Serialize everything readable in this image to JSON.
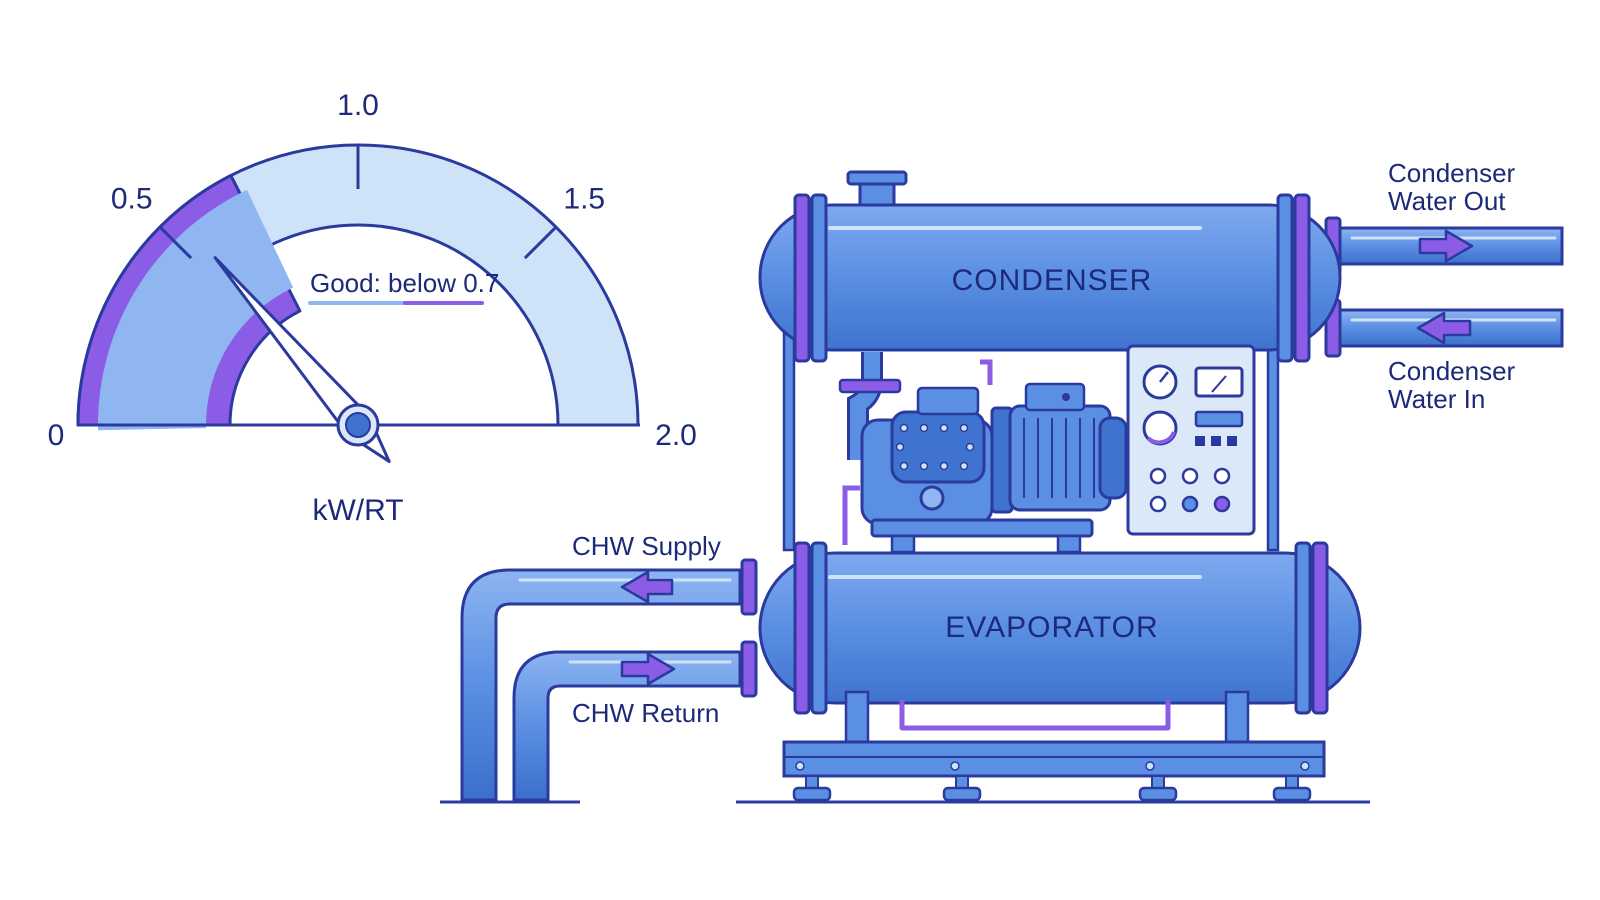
{
  "gauge": {
    "ticks": [
      {
        "label": "0",
        "value": 0
      },
      {
        "label": "0.5",
        "value": 0.5
      },
      {
        "label": "1.0",
        "value": 1.0
      },
      {
        "label": "1.5",
        "value": 1.5
      },
      {
        "label": "2.0",
        "value": 2.0
      }
    ],
    "min": 0,
    "max": 2.0,
    "good_threshold": 0.7,
    "needle_value": 0.55,
    "unit": "kW/RT",
    "good_label": "Good: below 0.7"
  },
  "chiller": {
    "condenser_label": "CONDENSER",
    "evaporator_label": "EVAPORATOR"
  },
  "pipes": {
    "condenser_out_line1": "Condenser",
    "condenser_out_line2": "Water Out",
    "condenser_in_line1": "Condenser",
    "condenser_in_line2": "Water In",
    "chw_supply": "CHW Supply",
    "chw_return": "CHW Return"
  },
  "colors": {
    "outline": "#2b3a9e",
    "blue_fill": "#5b8fe3",
    "blue_light": "#8fb6f0",
    "gauge_light": "#cfe3f8",
    "purple": "#8b5ce6",
    "panel": "#dbe8f8"
  }
}
